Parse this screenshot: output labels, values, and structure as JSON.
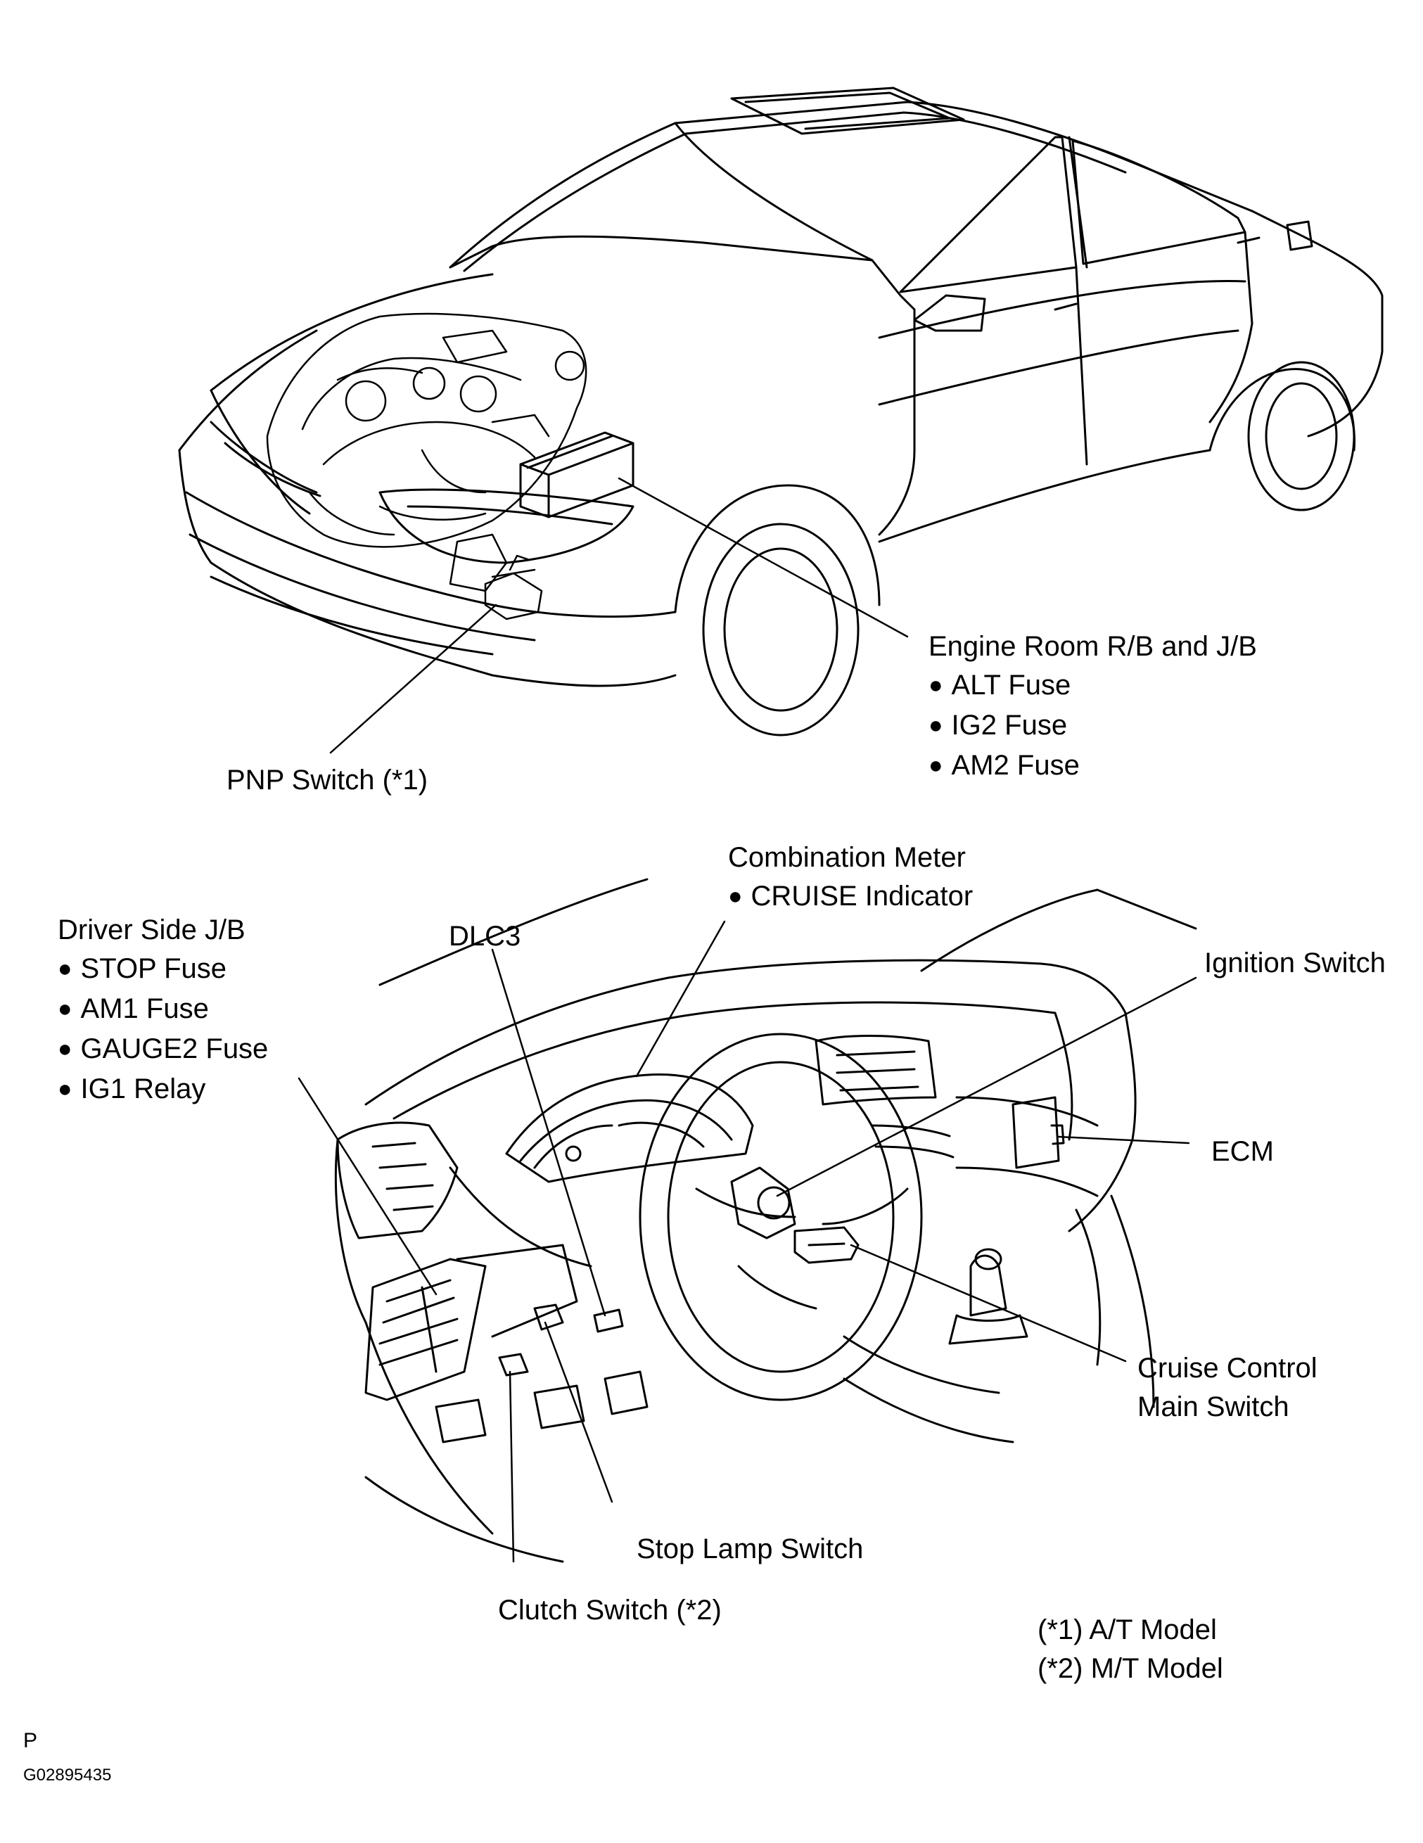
{
  "labels": {
    "engine_room": {
      "title": "Engine Room R/B and J/B",
      "items": [
        "ALT Fuse",
        "IG2 Fuse",
        "AM2 Fuse"
      ]
    },
    "pnp_switch": "PNP Switch (*1)",
    "combination_meter": {
      "title": "Combination Meter",
      "items": [
        "CRUISE Indicator"
      ]
    },
    "driver_side_jb": {
      "title": "Driver Side J/B",
      "items": [
        "STOP Fuse",
        "AM1 Fuse",
        "GAUGE2 Fuse",
        "IG1 Relay"
      ]
    },
    "dlc3": "DLC3",
    "ignition_switch": "Ignition Switch",
    "ecm": "ECM",
    "cruise_control": {
      "line1": "Cruise Control",
      "line2": "Main Switch"
    },
    "stop_lamp_switch": "Stop Lamp Switch",
    "clutch_switch": "Clutch Switch (*2)"
  },
  "notes": [
    "(*1) A/T Model",
    "(*2) M/T Model"
  ],
  "corner": {
    "letter": "P",
    "code": "G02895435"
  }
}
